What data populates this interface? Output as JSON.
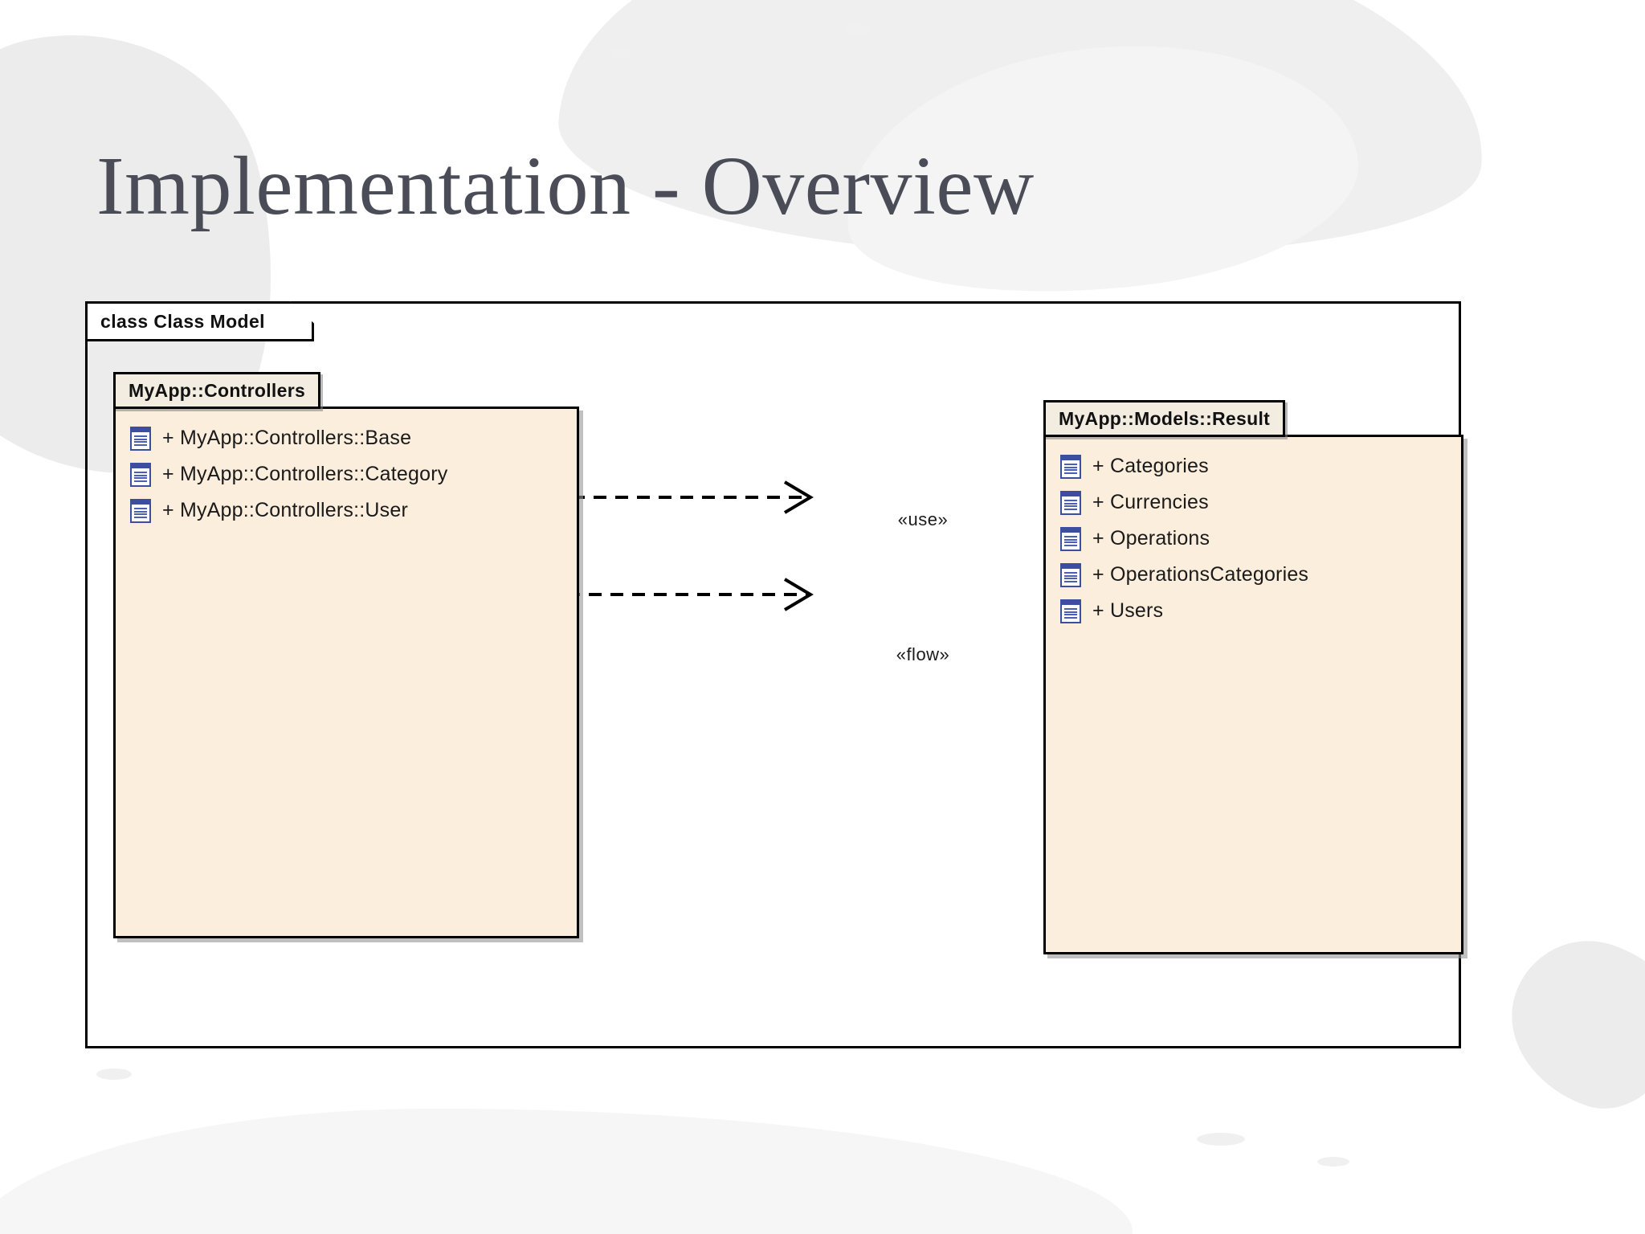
{
  "slide": {
    "title": "Implementation - Overview"
  },
  "diagram": {
    "frame_label": "class Class Model",
    "packages": [
      {
        "id": "controllers",
        "name": "MyApp::Controllers",
        "members": [
          {
            "visibility": "+",
            "name": "MyApp::Controllers::Base",
            "label": "+ MyApp::Controllers::Base",
            "icon": "class-icon"
          },
          {
            "visibility": "+",
            "name": "MyApp::Controllers::Category",
            "label": "+ MyApp::Controllers::Category",
            "icon": "class-icon"
          },
          {
            "visibility": "+",
            "name": "MyApp::Controllers::User",
            "label": "+ MyApp::Controllers::User",
            "icon": "class-icon"
          }
        ]
      },
      {
        "id": "models-result",
        "name": "MyApp::Models::Result",
        "members": [
          {
            "visibility": "+",
            "name": "Categories",
            "label": "+ Categories",
            "icon": "class-icon"
          },
          {
            "visibility": "+",
            "name": "Currencies",
            "label": "+ Currencies",
            "icon": "class-icon"
          },
          {
            "visibility": "+",
            "name": "Operations",
            "label": "+ Operations",
            "icon": "class-icon"
          },
          {
            "visibility": "+",
            "name": "OperationsCategories",
            "label": "+ OperationsCategories",
            "icon": "class-icon"
          },
          {
            "visibility": "+",
            "name": "Users",
            "label": "+ Users",
            "icon": "class-icon"
          }
        ]
      }
    ],
    "connectors": [
      {
        "id": "use",
        "label": "«use»",
        "style": "dashed",
        "direction": "right",
        "from": "controllers",
        "to": "models-result"
      },
      {
        "id": "flow",
        "label": "«flow»",
        "style": "dashed",
        "direction": "both",
        "from": "controllers",
        "to": "models-result"
      }
    ]
  },
  "colors": {
    "title": "#4a4d57",
    "package_body_fill": "#fbeedd",
    "package_tab_fill": "#f2ece1",
    "border": "#000000",
    "icon_blue": "#3b4ea0",
    "background": "#ffffff",
    "texture": "#ececec"
  }
}
